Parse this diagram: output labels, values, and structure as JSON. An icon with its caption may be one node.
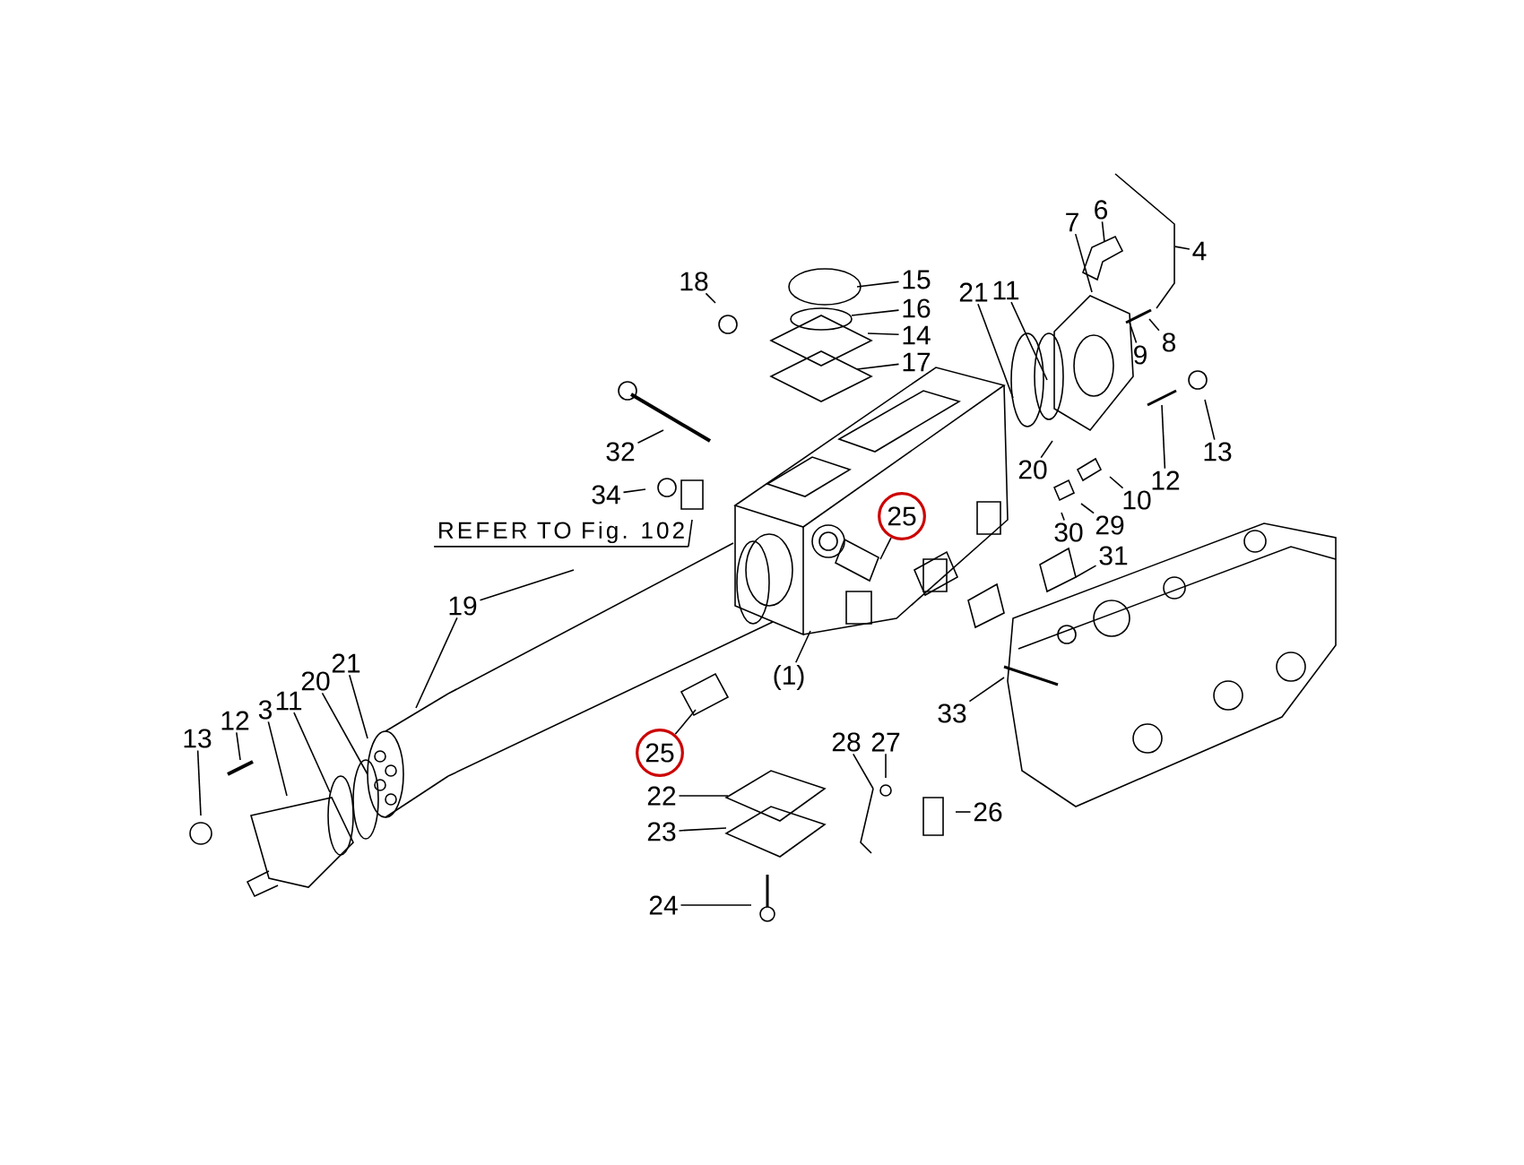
{
  "diagram": {
    "nodes": [
      {
        "text": [
          "6"
        ]
      },
      {
        "text": [
          "7"
        ]
      },
      {
        "text": [
          "4"
        ]
      },
      {
        "text": [
          "15"
        ]
      },
      {
        "text": [
          "18"
        ]
      },
      {
        "text": [
          "21"
        ]
      },
      {
        "text": [
          "11"
        ]
      },
      {
        "text": [
          "16"
        ]
      },
      {
        "text": [
          "14"
        ]
      },
      {
        "text": [
          "9"
        ]
      },
      {
        "text": [
          "8"
        ]
      },
      {
        "text": [
          "17"
        ]
      },
      {
        "text": [
          "32"
        ]
      },
      {
        "text": [
          "13"
        ]
      },
      {
        "text": [
          "20"
        ]
      },
      {
        "text": [
          "12"
        ]
      },
      {
        "text": [
          "10"
        ]
      },
      {
        "text": [
          "34"
        ]
      },
      {
        "text": [
          "25"
        ]
      },
      {
        "text": [
          "29"
        ]
      },
      {
        "text": [
          "30"
        ]
      },
      {
        "text": [
          "REFER TO Fig. 102"
        ]
      },
      {
        "text": [
          "31"
        ]
      },
      {
        "text": [
          "19"
        ]
      },
      {
        "text": [
          "21"
        ]
      },
      {
        "text": [
          "20"
        ]
      },
      {
        "text": [
          "11"
        ]
      },
      {
        "text": [
          "3"
        ]
      },
      {
        "text": [
          "(1)"
        ]
      },
      {
        "text": [
          "12"
        ]
      },
      {
        "text": [
          "33"
        ]
      },
      {
        "text": [
          "13"
        ]
      },
      {
        "text": [
          "28"
        ]
      },
      {
        "text": [
          "27"
        ]
      },
      {
        "text": [
          "25"
        ]
      },
      {
        "text": [
          "22"
        ]
      },
      {
        "text": [
          "26"
        ]
      },
      {
        "text": [
          "23"
        ]
      },
      {
        "text": [
          "24"
        ]
      },
      {
        "text": [],
        "shape": "bracket"
      }
    ],
    "edges": [
      {
        "from": 0,
        "to": null,
        "arrow": "none"
      },
      {
        "from": 1,
        "to": null,
        "arrow": "none"
      },
      {
        "from": 2,
        "to": 39,
        "arrow": "none"
      },
      {
        "from": 3,
        "to": null,
        "arrow": "none"
      },
      {
        "from": 4,
        "to": null,
        "arrow": "none"
      },
      {
        "from": 5,
        "to": null,
        "arrow": "none"
      },
      {
        "from": 6,
        "to": null,
        "arrow": "none"
      },
      {
        "from": 7,
        "to": null,
        "arrow": "none"
      },
      {
        "from": 8,
        "to": null,
        "arrow": "none"
      },
      {
        "from": 9,
        "to": null,
        "arrow": "none"
      },
      {
        "from": 10,
        "to": null,
        "arrow": "none"
      },
      {
        "from": 11,
        "to": null,
        "arrow": "none"
      },
      {
        "from": 12,
        "to": null,
        "arrow": "none"
      },
      {
        "from": 13,
        "to": null,
        "arrow": "none"
      },
      {
        "from": 14,
        "to": null,
        "arrow": "none"
      },
      {
        "from": 15,
        "to": null,
        "arrow": "none"
      },
      {
        "from": 16,
        "to": null,
        "arrow": "none"
      },
      {
        "from": 17,
        "to": null,
        "arrow": "none"
      },
      {
        "from": 18,
        "to": null,
        "arrow": "none"
      },
      {
        "from": 19,
        "to": null,
        "arrow": "none"
      },
      {
        "from": 20,
        "to": null,
        "arrow": "none"
      },
      {
        "from": 21,
        "to": null,
        "arrow": "none"
      },
      {
        "from": 22,
        "to": null,
        "arrow": "none"
      },
      {
        "from": 23,
        "to": null,
        "arrow": "none"
      },
      {
        "from": 23,
        "to": null,
        "arrow": "none"
      },
      {
        "from": 24,
        "to": null,
        "arrow": "none"
      },
      {
        "from": 25,
        "to": null,
        "arrow": "none"
      },
      {
        "from": 26,
        "to": null,
        "arrow": "none"
      },
      {
        "from": 27,
        "to": null,
        "arrow": "none"
      },
      {
        "from": 28,
        "to": null,
        "arrow": "none"
      },
      {
        "from": 29,
        "to": null,
        "arrow": "none"
      },
      {
        "from": 30,
        "to": null,
        "arrow": "none"
      },
      {
        "from": 31,
        "to": null,
        "arrow": "none"
      },
      {
        "from": 32,
        "to": null,
        "arrow": "none"
      },
      {
        "from": 33,
        "to": null,
        "arrow": "none"
      },
      {
        "from": 34,
        "to": null,
        "arrow": "none"
      },
      {
        "from": 35,
        "to": null,
        "arrow": "none"
      },
      {
        "from": 36,
        "to": null,
        "arrow": "none"
      },
      {
        "from": 37,
        "to": null,
        "arrow": "none"
      },
      {
        "from": 38,
        "to": null,
        "arrow": "none"
      }
    ]
  }
}
